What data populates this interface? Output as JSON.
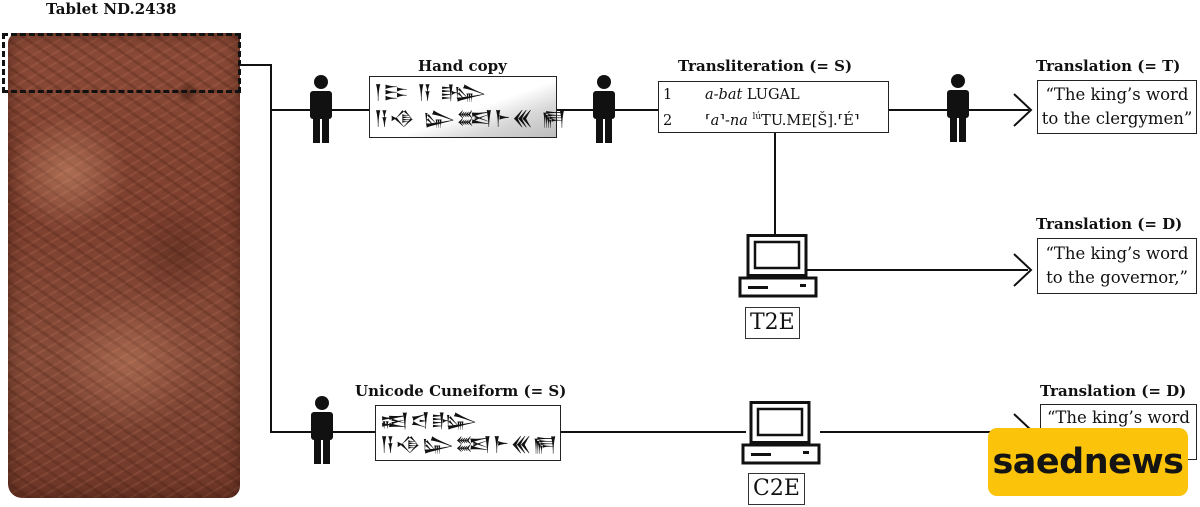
{
  "tablet": {
    "title": "Tablet ND.2438",
    "image_description": "clay cuneiform tablet photo"
  },
  "hand_copy": {
    "title": "Hand copy",
    "lines": [
      "𒁹𒄿 𒀀 𒈗",
      "𒀀𒈾 𒇽𒌅𒈨𒌍 𒂍"
    ]
  },
  "transliteration": {
    "title": "Transliteration (= S)",
    "lines": [
      {
        "num": "1",
        "text_italic": "a-bat",
        "text": " LUGAL"
      },
      {
        "num": "2",
        "text_pre": "⸢",
        "text_italic": "a",
        "text_mid": "⸣-",
        "text_italic2": "na",
        "sup": "lú",
        "text": "TU.ME[Š].⸢É⸣"
      }
    ]
  },
  "translation_t": {
    "title": "Translation (= T)",
    "lines": [
      "“The king’s word",
      "to the clergymen”"
    ]
  },
  "translation_d1": {
    "title": "Translation (= D)",
    "lines": [
      "“The king’s word",
      "to the governor,”"
    ]
  },
  "translation_d2": {
    "title": "Translation (= D)",
    "lines": [
      "“The king’s word"
    ]
  },
  "unicode_cuneiform": {
    "title": "Unicode Cuneiform (= S)",
    "lines": [
      "𒀜𒁀𒈗",
      "𒀀𒈾𒇽𒌅𒈨𒌍𒂍"
    ]
  },
  "systems": {
    "t2e": "T2E",
    "c2e": "C2E"
  },
  "watermark": {
    "text": "saednews",
    "color": "#fbc30a"
  }
}
